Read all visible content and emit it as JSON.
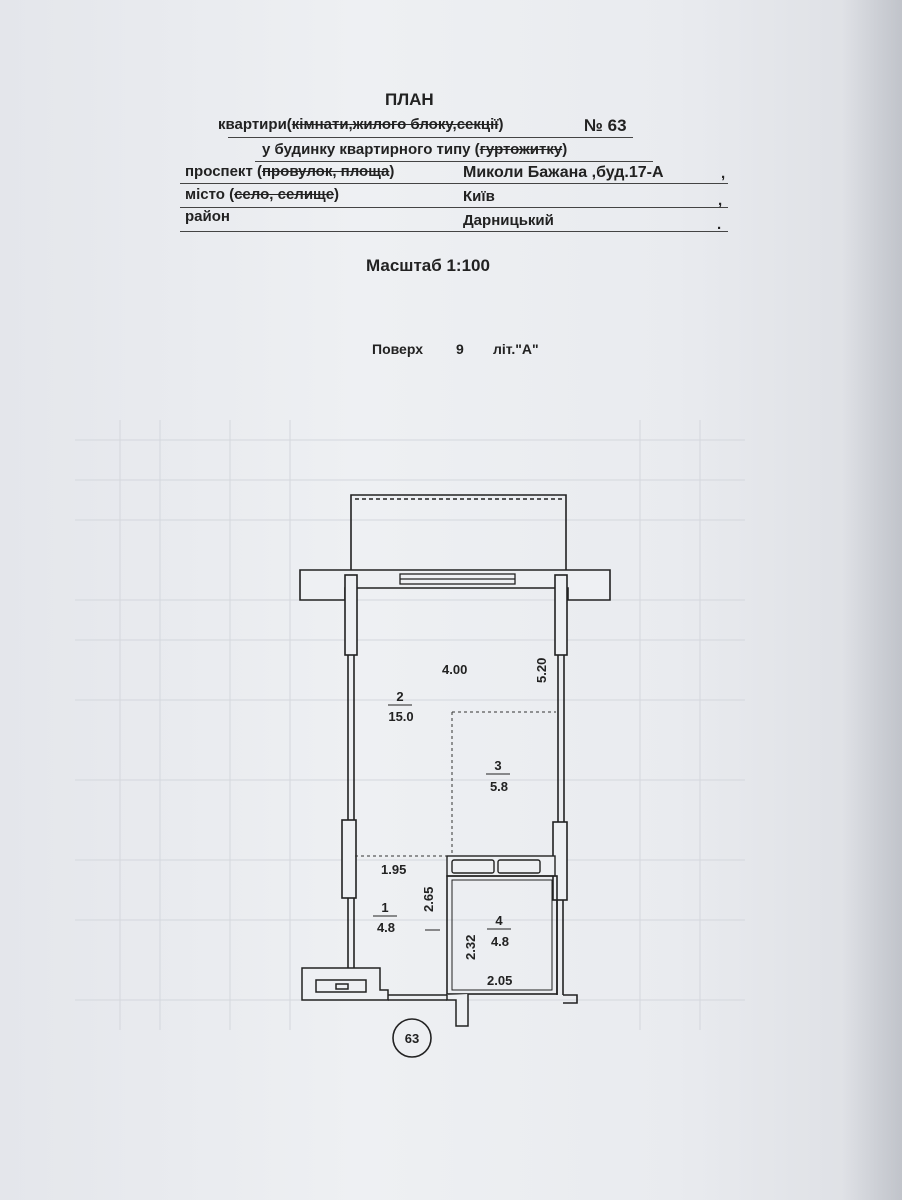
{
  "header": {
    "title": "ПЛАН",
    "line1_prefix": "квартири(",
    "line1_struck": "кімнати,жилого блоку,секції",
    "line1_suffix": ")",
    "number_label": "№ 63",
    "line2_prefix": "у будинку квартирного типу (",
    "line2_struck": "гуртожитку",
    "line2_suffix": ")",
    "street_label": "проспект (",
    "street_struck": "провулок, площа",
    "street_suffix": ")",
    "street_value": "Миколи Бажана ,буд.17-А",
    "street_end": ",",
    "city_label": "місто (",
    "city_struck": "село, селище",
    "city_suffix": ")",
    "city_value": "Київ",
    "city_end": ",",
    "district_label": "район",
    "district_value": "Дарницький",
    "district_end": "."
  },
  "scale": "Масштаб 1:100",
  "floor": {
    "label": "Поверх",
    "number": "9",
    "letter": "літ.\"А\""
  },
  "plan": {
    "rooms": [
      {
        "number": "2",
        "area": "15.0"
      },
      {
        "number": "3",
        "area": "5.8"
      },
      {
        "number": "1",
        "area": "4.8"
      },
      {
        "number": "4",
        "area": "4.8"
      }
    ],
    "dimensions": {
      "width_top": "4.00",
      "length_right": "5.20",
      "hall_width": "1.95",
      "hall_length": "2.65",
      "bath_length": "2.32",
      "bath_width": "2.05"
    },
    "apartment_marker": "63"
  }
}
